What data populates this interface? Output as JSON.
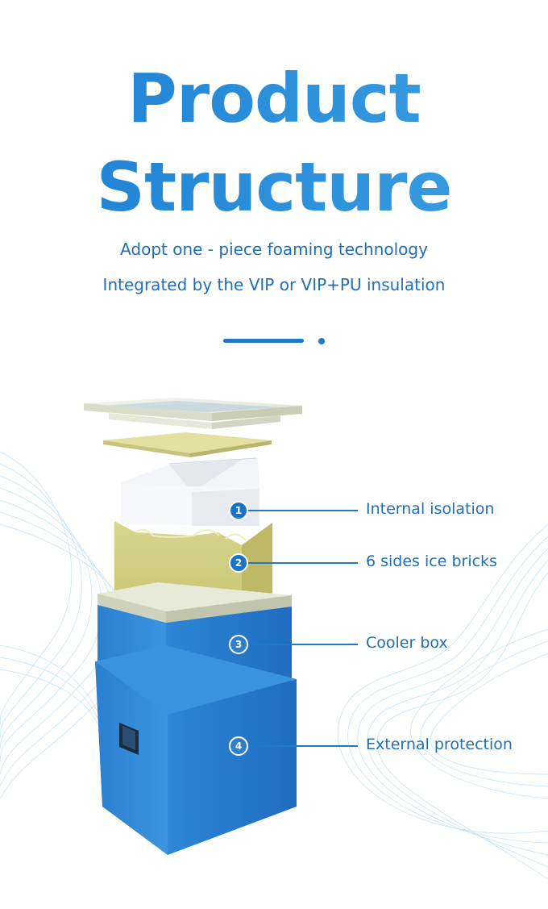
{
  "heading": {
    "line1": "Product",
    "line2": "Structure"
  },
  "subtitle": {
    "line1": "Adopt one - piece foaming technology",
    "line2": "Integrated by the VIP or VIP+PU insulation"
  },
  "colors": {
    "accent": "#1f78c8",
    "title_start": "#1d7fd3",
    "title_end": "#3aa0e2",
    "box_blue": "#2a7fd0"
  },
  "callouts": [
    {
      "number": "1",
      "label": "Internal isolation"
    },
    {
      "number": "2",
      "label": "6 sides ice bricks"
    },
    {
      "number": "3",
      "label": "Cooler box"
    },
    {
      "number": "4",
      "label": "External protection"
    }
  ]
}
